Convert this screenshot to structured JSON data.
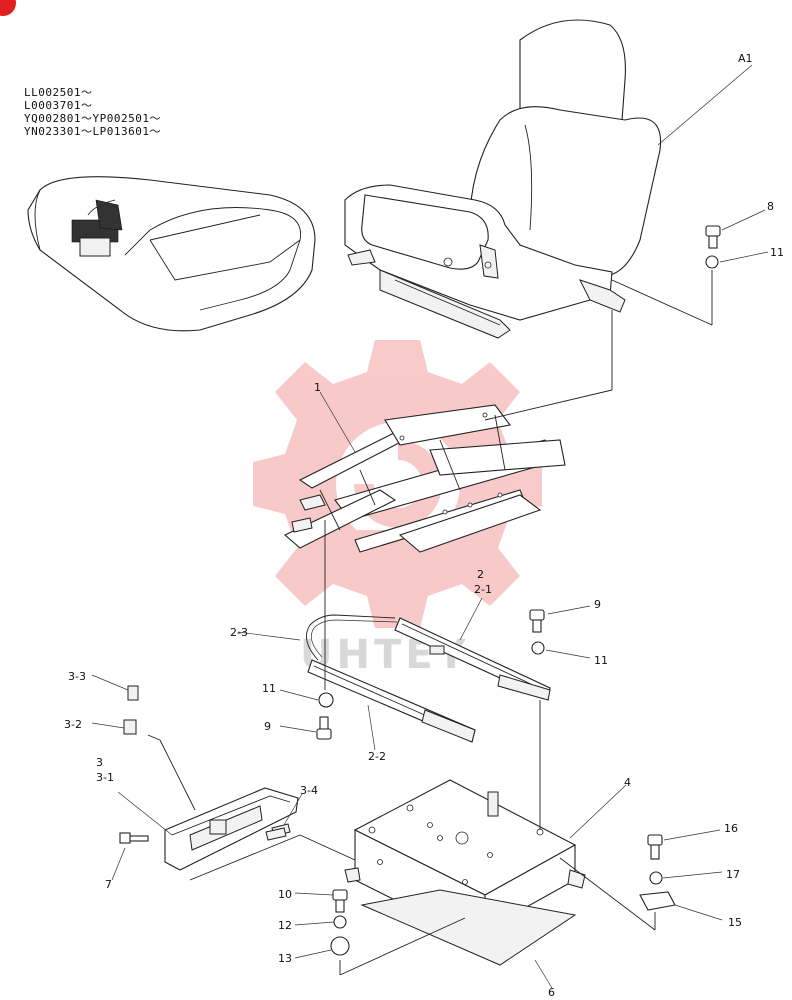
{
  "serial_ranges": [
    "LL002501～",
    "L0003701～",
    "YQ002801～YP002501～",
    "YN023301～LP013601～"
  ],
  "watermark_text": "UHTEY",
  "callouts": {
    "a1": "A1",
    "p1": "1",
    "p2": "2",
    "p2_1": "2-1",
    "p2_2": "2-2",
    "p2_3": "2-3",
    "p3": "3",
    "p3_1": "3-1",
    "p3_2": "3-2",
    "p3_3": "3-3",
    "p3_4": "3-4",
    "p4": "4",
    "p6": "6",
    "p7": "7",
    "p8": "8",
    "p9a": "9",
    "p9b": "9",
    "p10": "10",
    "p11a": "11",
    "p11b": "11",
    "p11c": "11",
    "p12": "12",
    "p13": "13",
    "p15": "15",
    "p16": "16",
    "p17": "17"
  },
  "colors": {
    "watermark": "#f08a8a",
    "corner_badge": "#e0201e",
    "ink": "#222222"
  }
}
